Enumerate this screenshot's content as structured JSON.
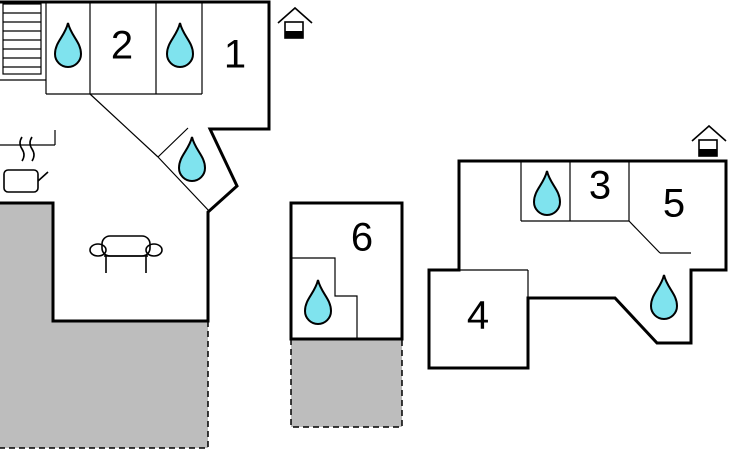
{
  "rooms": [
    {
      "id": "bathroom-a",
      "label": "",
      "icon": "water-drop-icon"
    },
    {
      "id": "room-2",
      "label": "2",
      "icon": ""
    },
    {
      "id": "bathroom-b",
      "label": "",
      "icon": "water-drop-icon"
    },
    {
      "id": "room-1",
      "label": "1",
      "icon": ""
    },
    {
      "id": "bathroom-c",
      "label": "",
      "icon": "water-drop-icon"
    },
    {
      "id": "room-6",
      "label": "6",
      "icon": ""
    },
    {
      "id": "bathroom-d",
      "label": "",
      "icon": "water-drop-icon"
    },
    {
      "id": "bathroom-e",
      "label": "",
      "icon": "water-drop-icon"
    },
    {
      "id": "room-3",
      "label": "3",
      "icon": ""
    },
    {
      "id": "room-5",
      "label": "5",
      "icon": ""
    },
    {
      "id": "bathroom-f",
      "label": "",
      "icon": "water-drop-icon"
    },
    {
      "id": "room-4",
      "label": "4",
      "icon": ""
    }
  ],
  "icons": [
    "stairs-icon",
    "stove-icon",
    "sofa-icon",
    "house-entrance-icon",
    "water-drop-icon"
  ],
  "colors": {
    "water": "#7fe3ee",
    "terrace": "#bdbdbd",
    "wall": "#000000"
  }
}
